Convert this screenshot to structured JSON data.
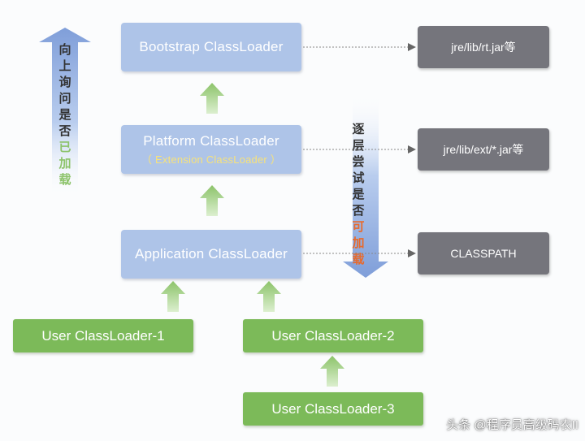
{
  "boxes": {
    "bootstrap": "Bootstrap ClassLoader",
    "platform": "Platform ClassLoader",
    "platform_sub": "（ Extension ClassLoader ）",
    "application": "Application ClassLoader",
    "user1": "User ClassLoader-1",
    "user2": "User ClassLoader-2",
    "user3": "User ClassLoader-3"
  },
  "paths": {
    "rt": "jre/lib/rt.jar等",
    "ext": "jre/lib/ext/*.jar等",
    "classpath": "CLASSPATH"
  },
  "left_label": {
    "chars": [
      "向",
      "上",
      "询",
      "问",
      "是",
      "否"
    ],
    "highlight_chars": [
      "已",
      "加",
      "载"
    ],
    "highlight_color": "#8cc36a"
  },
  "right_label": {
    "chars": [
      "逐",
      "层",
      "尝",
      "试",
      "是",
      "否"
    ],
    "highlight_chars": [
      "可",
      "加",
      "载"
    ],
    "highlight_color": "#e86a2c"
  },
  "watermark": "头条 @程序员高级码农II",
  "colors": {
    "blue_box": "#aec4e8",
    "green_box": "#7cba59",
    "gray_box": "#75757c",
    "sub_text": "#f7e27a"
  }
}
